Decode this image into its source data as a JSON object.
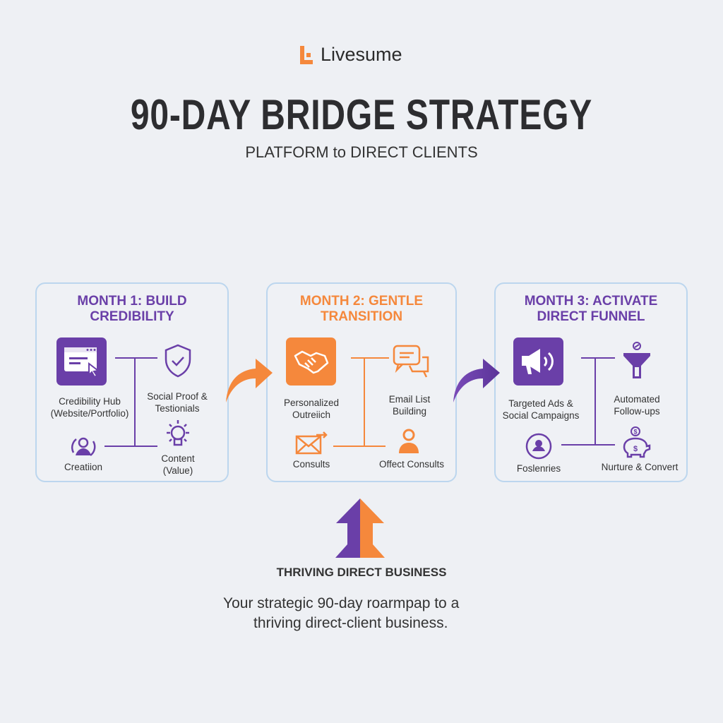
{
  "brand": {
    "name": "Livesume",
    "color": "#f5883c"
  },
  "header": {
    "title": "90-DAY BRIDGE STRATEGY",
    "subtitle": "PLATFORM to DIRECT CLIENTS"
  },
  "colors": {
    "purple": "#6a3fa8",
    "orange": "#f5883c",
    "card_border": "#bcd6ee"
  },
  "months": [
    {
      "title_line1": "MONTH 1: BUILD",
      "title_line2": "CREDIBILITY",
      "items": [
        {
          "icon": "browser-cursor-icon",
          "line1": "Credibility Hub",
          "line2": "(Website/Portfolio)"
        },
        {
          "icon": "shield-check-icon",
          "line1": "Social Proof &",
          "line2": "Testionials"
        },
        {
          "icon": "user-cycle-icon",
          "line1": "Creatiion"
        },
        {
          "icon": "lightbulb-icon",
          "line1": "Content",
          "line2": "(Value)"
        }
      ]
    },
    {
      "title_line1": "MONTH 2: GENTLE",
      "title_line2": "TRANSITION",
      "items": [
        {
          "icon": "handshake-icon",
          "line1": "Personalized",
          "line2": "Outreiich"
        },
        {
          "icon": "chat-bubbles-icon",
          "line1": "Email List",
          "line2": "Building"
        },
        {
          "icon": "email-send-icon",
          "line1": "Consults"
        },
        {
          "icon": "person-icon",
          "line1": "Offect Consults"
        }
      ]
    },
    {
      "title_line1": "MONTH 3: ACTIVATE",
      "title_line2": "DIRECT FUNNEL",
      "items": [
        {
          "icon": "megaphone-icon",
          "line1": "Targeted Ads &",
          "line2": "Social Campaigns"
        },
        {
          "icon": "funnel-icon",
          "line1": "Automated",
          "line2": "Follow-ups"
        },
        {
          "icon": "user-circle-icon",
          "line1": "Foslenries"
        },
        {
          "icon": "piggy-bank-icon",
          "line1": "Nurture & Convert"
        }
      ]
    }
  ],
  "footer": {
    "goal": "THRIVING DIRECT BUSINESS",
    "tagline_line1": "Your strategic 90-day roarmpap to a",
    "tagline_line2": "thriving direct-client business."
  }
}
